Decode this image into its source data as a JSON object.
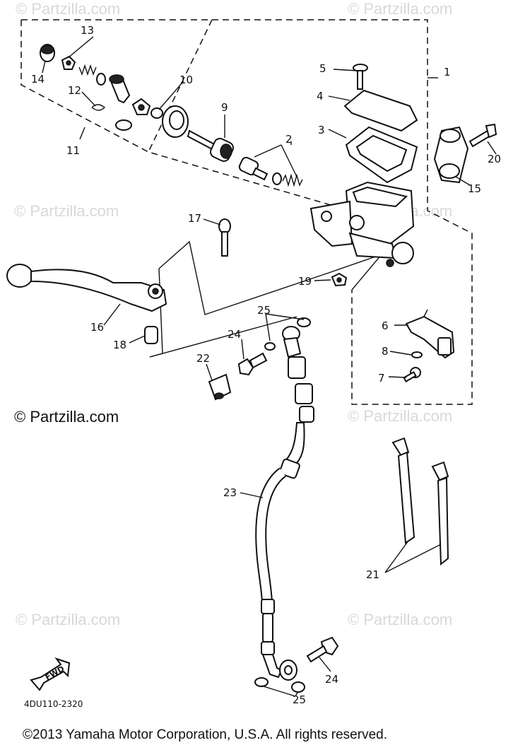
{
  "watermarks": {
    "top_left": "© Partzilla.com",
    "top_right": "© Partzilla.com",
    "mid_left": "© Partzilla.com",
    "mid_right": "© Partzilla.com",
    "low_right": "© Partzilla.com",
    "bottom_left": "© Partzilla.com",
    "bottom_right": "© Partzilla.com"
  },
  "copyright_center": "© Partzilla.com",
  "callouts": {
    "n1": "1",
    "n2": "2",
    "n3": "3",
    "n4": "4",
    "n5": "5",
    "n6": "6",
    "n7": "7",
    "n8": "8",
    "n9": "9",
    "n10": "10",
    "n11": "11",
    "n12": "12",
    "n13": "13",
    "n14": "14",
    "n15": "15",
    "n16": "16",
    "n17": "17",
    "n18": "18",
    "n19": "19",
    "n20": "20",
    "n21": "21",
    "n22": "22",
    "n23": "23",
    "n24a": "24",
    "n24b": "24",
    "n25a": "25",
    "n25b": "25"
  },
  "fwd_label": "FWD",
  "diagram_code": "4DU110-2320",
  "footer": "©2013 Yamaha Motor Corporation, U.S.A. All rights reserved."
}
